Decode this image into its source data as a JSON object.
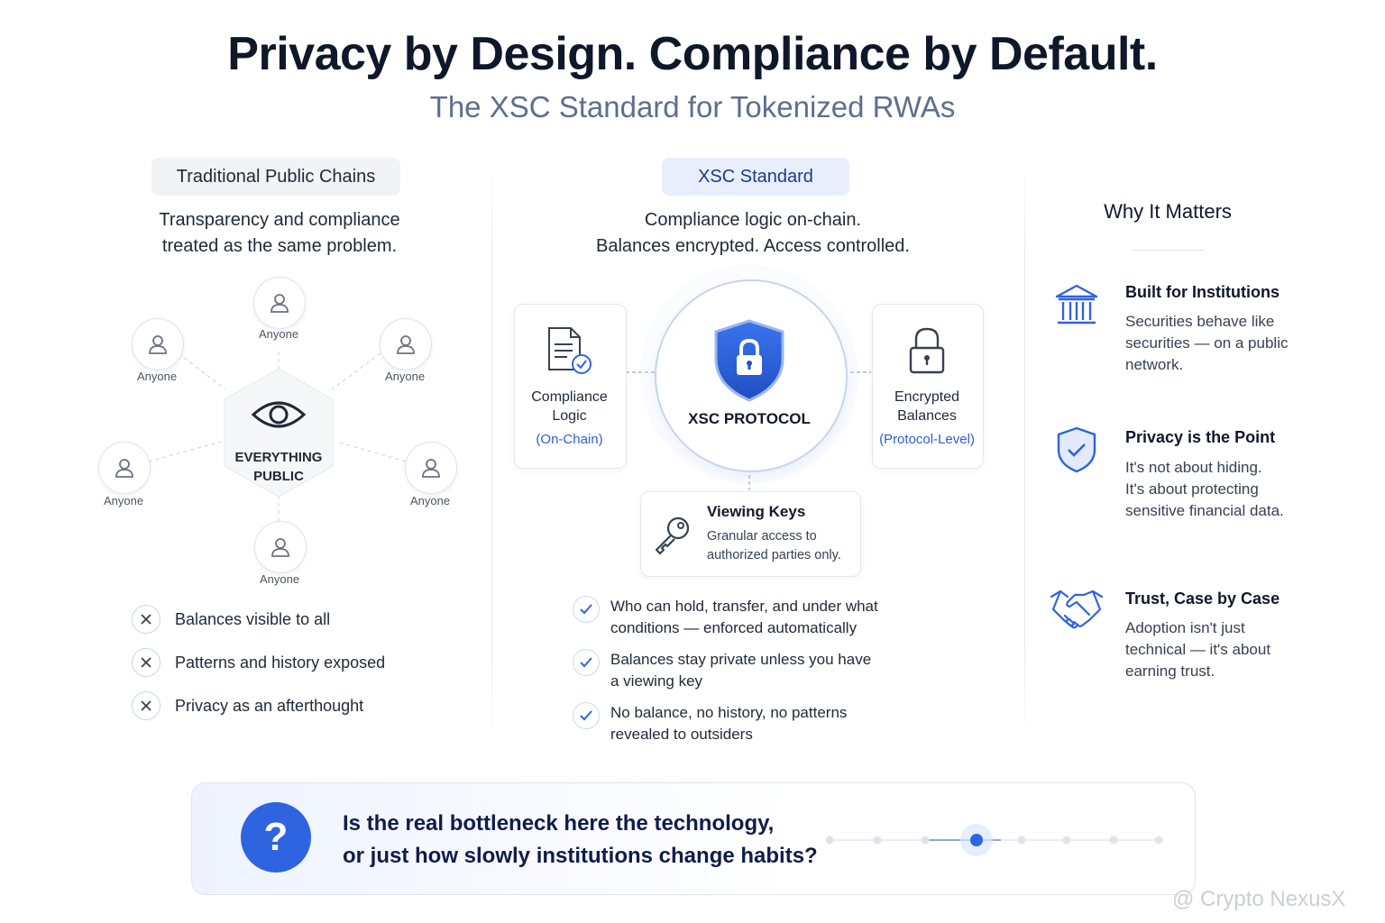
{
  "header": {
    "title": "Privacy by Design. Compliance by Default.",
    "subtitle": "The XSC Standard for Tokenized RWAs"
  },
  "left": {
    "pill": "Traditional Public Chains",
    "desc_line1": "Transparency and compliance",
    "desc_line2": "treated as the same problem.",
    "node_label": "Anyone",
    "center_line1": "EVERYTHING",
    "center_line2": "PUBLIC",
    "issues": [
      "Balances visible to all",
      "Patterns and history exposed",
      "Privacy as an afterthought"
    ]
  },
  "middle": {
    "pill": "XSC Standard",
    "desc_line1": "Compliance logic on-chain.",
    "desc_line2": "Balances encrypted. Access controlled.",
    "compliance_line1": "Compliance",
    "compliance_line2": "Logic",
    "compliance_sub": "(On-Chain)",
    "protocol_label": "XSC PROTOCOL",
    "encrypted_line1": "Encrypted",
    "encrypted_line2": "Balances",
    "encrypted_sub": "(Protocol-Level)",
    "viewing_title": "Viewing Keys",
    "viewing_line1": "Granular access to",
    "viewing_line2": "authorized parties only.",
    "benefits": [
      {
        "line1": "Who can hold, transfer, and under what",
        "line2": "conditions — enforced automatically"
      },
      {
        "line1": "Balances stay private unless you have",
        "line2": "a viewing key"
      },
      {
        "line1": "No balance, no history, no patterns",
        "line2": "revealed to outsiders"
      }
    ]
  },
  "right": {
    "title": "Why It Matters",
    "items": [
      {
        "icon": "bank-icon",
        "title": "Built for Institutions",
        "line1": "Securities behave like",
        "line2": "securities — on a public",
        "line3": "network."
      },
      {
        "icon": "shield-check-icon",
        "title": "Privacy is the Point",
        "line1": "It's not about hiding.",
        "line2": "It's about protecting",
        "line3": "sensitive financial data."
      },
      {
        "icon": "handshake-icon",
        "title": "Trust, Case by Case",
        "line1": "Adoption isn't just",
        "line2": "technical — it's about",
        "line3": "earning trust."
      }
    ]
  },
  "banner": {
    "symbol": "?",
    "line1": "Is the real bottleneck here the technology,",
    "line2": "or just how slowly institutions change habits?"
  },
  "watermark": "@ Crypto NexusX",
  "colors": {
    "accent": "#2f64e0",
    "title": "#0f172a",
    "subtitle": "#5d6f8f"
  }
}
